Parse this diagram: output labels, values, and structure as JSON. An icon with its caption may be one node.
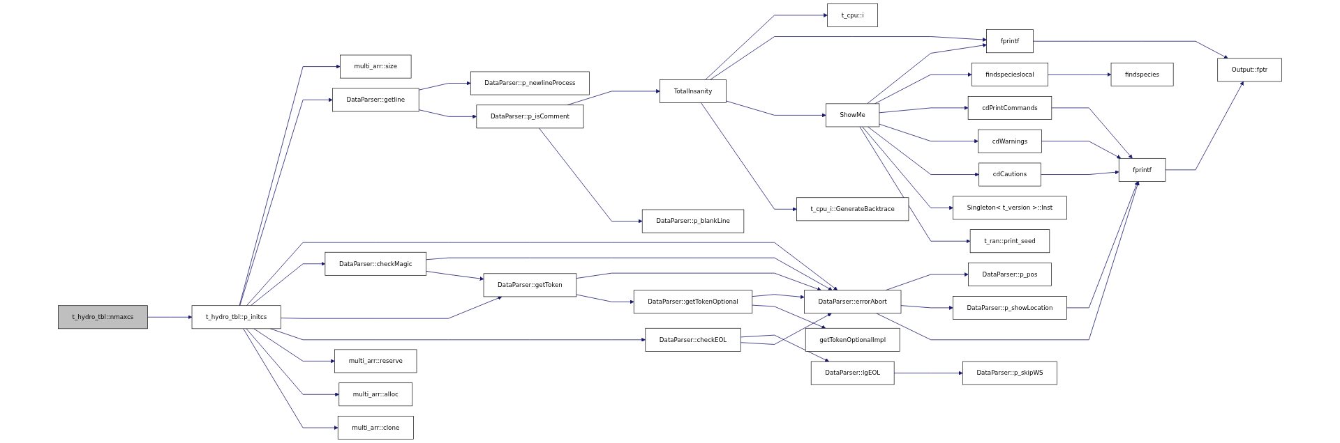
{
  "diagram": {
    "nodes": [
      {
        "text": [
          "t_hydro_tbl::nmaxcs"
        ]
      },
      {
        "text": [
          "t_hydro_tbl::p_initcs"
        ]
      },
      {
        "text": [
          "multi_arr::size"
        ]
      },
      {
        "text": [
          "DataParser::getline"
        ]
      },
      {
        "text": [
          "DataParser::checkMagic"
        ]
      },
      {
        "text": [
          "DataParser::checkEOL"
        ]
      },
      {
        "text": [
          "multi_arr::reserve"
        ]
      },
      {
        "text": [
          "multi_arr::alloc"
        ]
      },
      {
        "text": [
          "multi_arr::clone"
        ]
      },
      {
        "text": [
          "DataParser::p_newlineProcess"
        ]
      },
      {
        "text": [
          "DataParser::p_isComment"
        ]
      },
      {
        "text": [
          "DataParser::getToken"
        ]
      },
      {
        "text": [
          "DataParser::lgEOL"
        ]
      },
      {
        "text": [
          "TotalInsanity"
        ]
      },
      {
        "text": [
          "DataParser::p_blankLine"
        ]
      },
      {
        "text": [
          "DataParser::getTokenOptional"
        ]
      },
      {
        "text": [
          "DataParser::p_skipWS"
        ]
      },
      {
        "text": [
          "DataParser::errorAbort"
        ]
      },
      {
        "text": [
          "getTokenOptionalImpl"
        ]
      },
      {
        "text": [
          "t_cpu::i"
        ]
      },
      {
        "text": [
          "ShowMe"
        ]
      },
      {
        "text": [
          "t_cpu_i::GenerateBacktrace"
        ]
      },
      {
        "text": [
          "fprintf"
        ]
      },
      {
        "text": [
          "findspecieslocal"
        ]
      },
      {
        "text": [
          "cdPrintCommands"
        ]
      },
      {
        "text": [
          "cdWarnings"
        ]
      },
      {
        "text": [
          "cdCautions"
        ]
      },
      {
        "text": [
          "Singleton< t_version >::Inst"
        ]
      },
      {
        "text": [
          "t_ran::print_seed"
        ]
      },
      {
        "text": [
          "DataParser::p_pos"
        ]
      },
      {
        "text": [
          "DataParser::p_showLocation"
        ]
      },
      {
        "text": [
          "findspecies"
        ]
      },
      {
        "text": [
          "fprintf"
        ]
      },
      {
        "text": [
          "Output::fptr"
        ]
      }
    ],
    "edges": [
      {
        "from": 0,
        "to": 1,
        "arrow": "to"
      },
      {
        "from": 1,
        "to": 2,
        "arrow": "to"
      },
      {
        "from": 1,
        "to": 3,
        "arrow": "to"
      },
      {
        "from": 1,
        "to": 17,
        "arrow": "to"
      },
      {
        "from": 1,
        "to": 4,
        "arrow": "to"
      },
      {
        "from": 1,
        "to": 11,
        "arrow": "to"
      },
      {
        "from": 1,
        "to": 5,
        "arrow": "to"
      },
      {
        "from": 1,
        "to": 6,
        "arrow": "to"
      },
      {
        "from": 1,
        "to": 7,
        "arrow": "to"
      },
      {
        "from": 1,
        "to": 8,
        "arrow": "to"
      },
      {
        "from": 3,
        "to": 9,
        "arrow": "to"
      },
      {
        "from": 3,
        "to": 10,
        "arrow": "to"
      },
      {
        "from": 10,
        "to": 13,
        "arrow": "to"
      },
      {
        "from": 10,
        "to": 14,
        "arrow": "to"
      },
      {
        "from": 4,
        "to": 17,
        "arrow": "to"
      },
      {
        "from": 4,
        "to": 11,
        "arrow": "to"
      },
      {
        "from": 11,
        "to": 17,
        "arrow": "to"
      },
      {
        "from": 11,
        "to": 15,
        "arrow": "to"
      },
      {
        "from": 5,
        "to": 12,
        "arrow": "to"
      },
      {
        "from": 5,
        "to": 17,
        "arrow": "to"
      },
      {
        "from": 12,
        "to": 16,
        "arrow": "to"
      },
      {
        "from": 15,
        "to": 17,
        "arrow": "to"
      },
      {
        "from": 15,
        "to": 18,
        "arrow": "to"
      },
      {
        "from": 13,
        "to": 19,
        "arrow": "to"
      },
      {
        "from": 13,
        "to": 22,
        "arrow": "to"
      },
      {
        "from": 13,
        "to": 20,
        "arrow": "to"
      },
      {
        "from": 13,
        "to": 21,
        "arrow": "to"
      },
      {
        "from": 20,
        "to": 22,
        "arrow": "to"
      },
      {
        "from": 20,
        "to": 23,
        "arrow": "to"
      },
      {
        "from": 20,
        "to": 24,
        "arrow": "to"
      },
      {
        "from": 20,
        "to": 25,
        "arrow": "to"
      },
      {
        "from": 20,
        "to": 26,
        "arrow": "to"
      },
      {
        "from": 20,
        "to": 27,
        "arrow": "to"
      },
      {
        "from": 20,
        "to": 28,
        "arrow": "to"
      },
      {
        "from": 23,
        "to": 31,
        "arrow": "to"
      },
      {
        "from": 22,
        "to": 33,
        "arrow": "to"
      },
      {
        "from": 24,
        "to": 32,
        "arrow": "to"
      },
      {
        "from": 25,
        "to": 32,
        "arrow": "to"
      },
      {
        "from": 26,
        "to": 32,
        "arrow": "to"
      },
      {
        "from": 32,
        "to": 33,
        "arrow": "to"
      },
      {
        "from": 17,
        "to": 29,
        "arrow": "to"
      },
      {
        "from": 17,
        "to": 30,
        "arrow": "to"
      },
      {
        "from": 17,
        "to": 32,
        "arrow": "to"
      },
      {
        "from": 30,
        "to": 32,
        "arrow": "to"
      }
    ]
  }
}
